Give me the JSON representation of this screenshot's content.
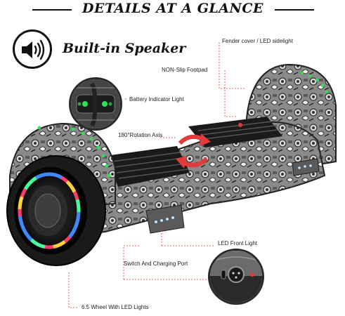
{
  "header": {
    "title": "DETAILS AT A GLANCE"
  },
  "feature": {
    "label": "Built-in Speaker",
    "icon": "speaker-icon"
  },
  "callouts": {
    "fender": "Fender cover / LED sidelight",
    "footpad": "NON-Slip Footpad",
    "battery": "Battery Indicator Light",
    "rotation": "180°Rotation Axis",
    "front_light": "LED Front Light",
    "switch_port": "Switch And Charging Port",
    "wheel": "6.5 Wheel With LED Lights"
  },
  "colors": {
    "leader": "#e03a3a",
    "accent_green": "#2ee05a",
    "rotation_red": "#e23b3b",
    "body_dark": "#3b3b3b"
  }
}
